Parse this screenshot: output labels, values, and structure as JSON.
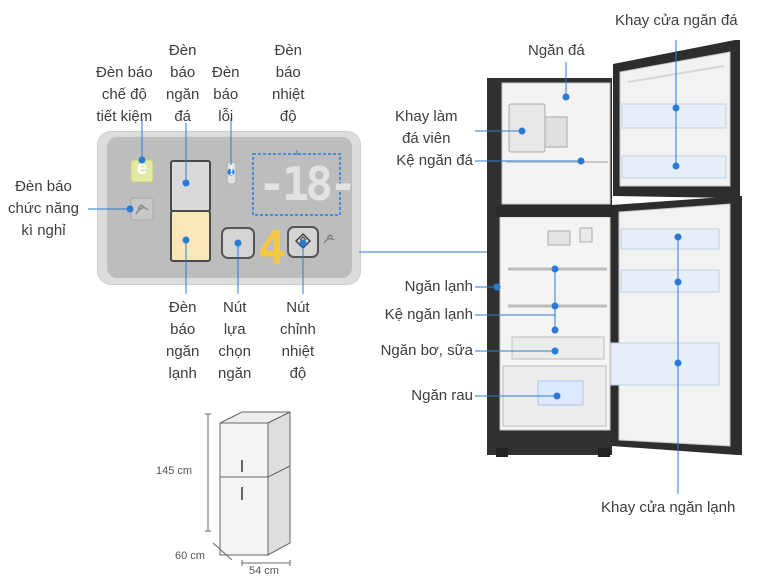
{
  "panel": {
    "labels": {
      "eco": "Đèn báo\nchế độ\ntiết kiệm",
      "freezer_light": "Đèn\nbáo\nngăn\nđá",
      "error_light": "Đèn\nbáo\nlỗi",
      "temp_light": "Đèn\nbáo\nnhiệt\nđộ",
      "holiday": "Đèn báo\nchức năng\nkì nghỉ",
      "fridge_light": "Đèn\nbáo\nngăn\nlạnh",
      "select_button": "Nút\nlựa\nchọn\nngăn",
      "temp_button": "Nút\nchỉnh\nnhiệt\nđộ"
    },
    "display_digits": "-18-4",
    "eco_icon_letter": "e",
    "error_icon_glyph": "!"
  },
  "fridge": {
    "labels": {
      "freezer_door_tray": "Khay cửa ngăn đá",
      "freezer": "Ngăn đá",
      "ice_tray": "Khay làm\nđá viên",
      "freezer_shelf": "Kệ ngăn đá",
      "fridge": "Ngăn lạnh",
      "fridge_shelf": "Kệ ngăn lạnh",
      "butter_milk": "Ngăn bơ, sữa",
      "vegetable": "Ngăn rau",
      "fridge_door_tray": "Khay cửa ngăn lạnh"
    }
  },
  "dimensions": {
    "height": "145 cm",
    "depth": "60 cm",
    "width": "54 cm"
  },
  "colors": {
    "accent": "#2b7bd6",
    "fridge_body": "#2e2e2e",
    "panel": "#bdbdbd",
    "digit_orange": "#f4c842",
    "fridge_indicator": "#fbe8b8"
  }
}
